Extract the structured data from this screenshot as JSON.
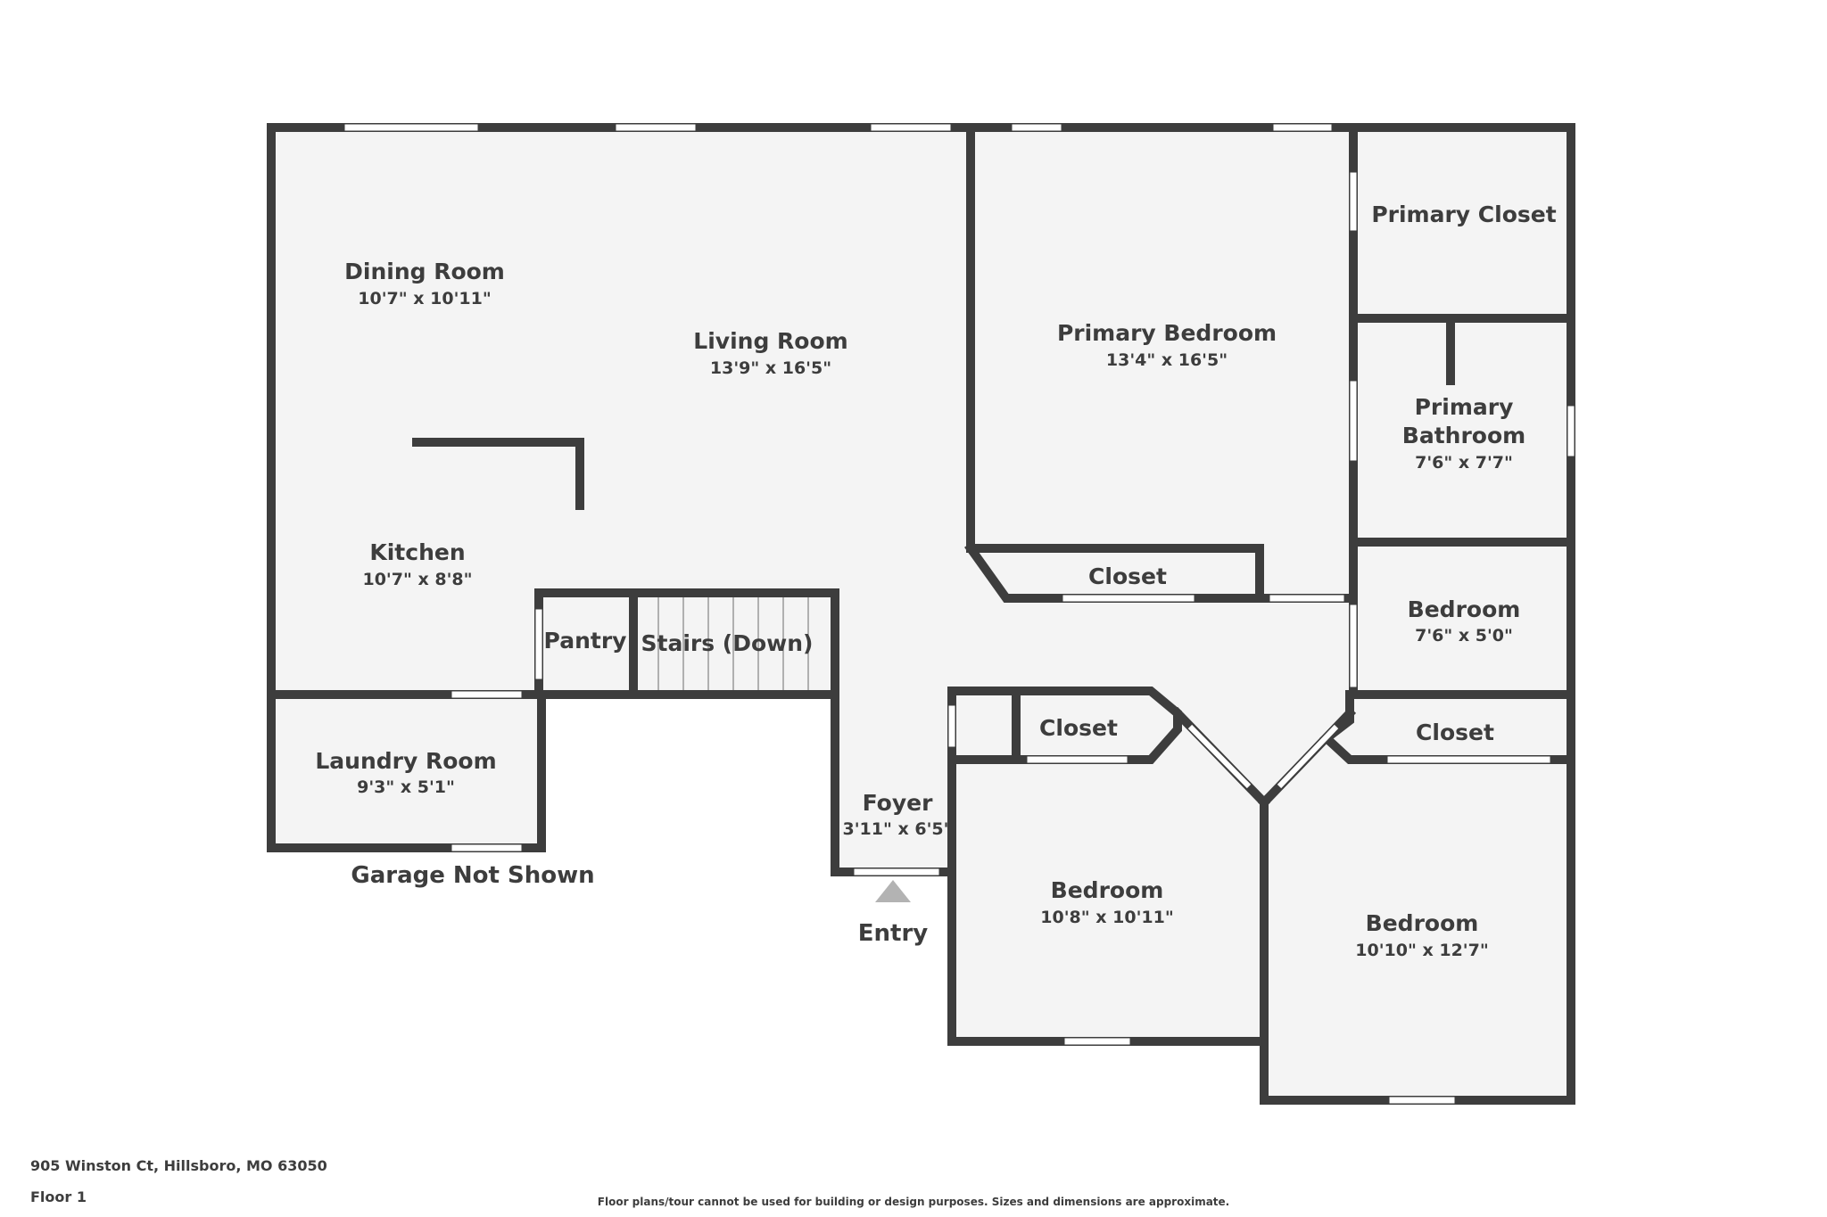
{
  "plan": {
    "rooms": {
      "dining": {
        "name": "Dining Room",
        "dims": "10'7\" x 10'11\""
      },
      "living": {
        "name": "Living Room",
        "dims": "13'9\" x 16'5\""
      },
      "kitchen": {
        "name": "Kitchen",
        "dims": "10'7\" x 8'8\""
      },
      "pantry": {
        "name": "Pantry"
      },
      "stairs": {
        "name": "Stairs (Down)"
      },
      "laundry": {
        "name": "Laundry Room",
        "dims": "9'3\" x 5'1\""
      },
      "foyer": {
        "name": "Foyer",
        "dims": "3'11\" x 6'5\""
      },
      "primary_bedroom": {
        "name": "Primary Bedroom",
        "dims": "13'4\" x 16'5\""
      },
      "primary_closet": {
        "name": "Primary Closet"
      },
      "primary_bathroom": {
        "name_line1": "Primary",
        "name_line2": "Bathroom",
        "dims": "7'6\" x 7'7\""
      },
      "primary_bed_closet": {
        "name": "Closet"
      },
      "small_bedroom": {
        "name": "Bedroom",
        "dims": "7'6\" x 5'0\""
      },
      "bedroom_mid": {
        "name": "Bedroom",
        "dims": "10'8\" x 10'11\""
      },
      "bedroom_mid_closet": {
        "name": "Closet"
      },
      "bedroom_right": {
        "name": "Bedroom",
        "dims": "10'10\" x 12'7\""
      },
      "bedroom_right_closet": {
        "name": "Closet"
      }
    },
    "notes": {
      "garage": "Garage Not Shown",
      "entry": "Entry"
    }
  },
  "footer": {
    "address": "905 Winston Ct, Hillsboro, MO 63050",
    "floor": "Floor 1",
    "disclaimer": "Floor plans/tour cannot be used for building or design purposes. Sizes and dimensions are approximate."
  },
  "colors": {
    "wall": "#3d3d3d",
    "floor": "#f4f4f4",
    "window": "#ffffff",
    "entry_marker": "#b3b3b3"
  }
}
